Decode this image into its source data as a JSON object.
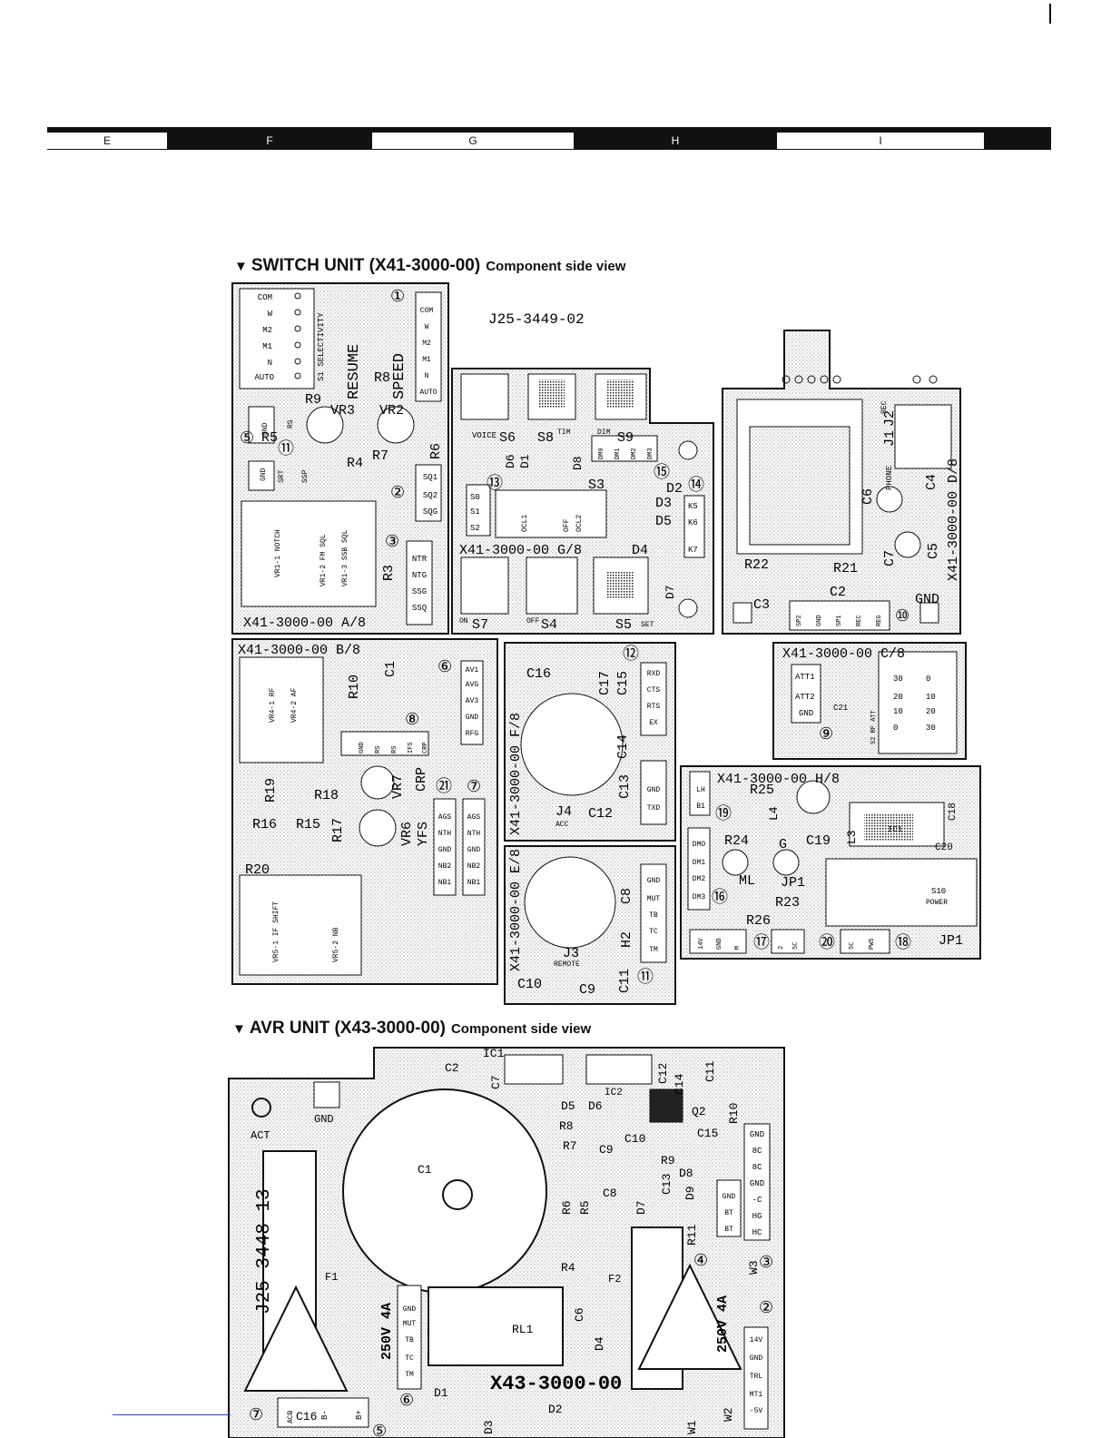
{
  "grid_columns": [
    "E",
    "F",
    "G",
    "H",
    "I"
  ],
  "switch_unit": {
    "title": "SWITCH UNIT (X41-3000-00)",
    "view": "Component side view",
    "board_number": "J25-3449-02",
    "board_a": {
      "label": "X41-3000-00 A/8",
      "s1_positions": [
        "COM",
        "W",
        "M2",
        "M1",
        "N",
        "AUTO"
      ],
      "s1_label": "S1 SELECTIVITY",
      "connector1": [
        "COM",
        "W",
        "M2",
        "M1",
        "N",
        "AUTO"
      ],
      "resume": "RESUME",
      "speed": "SPEED",
      "refs": [
        "R9",
        "VR3",
        "VR2",
        "R8",
        "R5",
        "R4",
        "R7",
        "R6",
        "R3"
      ],
      "conn_rs": [
        "GND",
        "RS"
      ],
      "conn_srt": [
        "GND",
        "SRT",
        "SSP"
      ],
      "conn2": [
        "SQ1",
        "SQ2",
        "SQG"
      ],
      "conn3": [
        "NTR",
        "NTG",
        "SSG",
        "SSQ"
      ],
      "vr1": [
        "VR1-1 NOTCH",
        "VR1-2 FM SQL",
        "VR1-3 SSB SQL"
      ],
      "circles": [
        "①",
        "②",
        "③",
        "⑤",
        "⑪"
      ]
    },
    "board_g": {
      "label": "X41-3000-00 G/8",
      "switches": [
        "VOICE",
        "S6",
        "S8",
        "TIM",
        "S9",
        "DIM",
        "S3",
        "S7",
        "S4",
        "S5",
        "ON",
        "OFF",
        "SET"
      ],
      "diodes": [
        "D1",
        "D2",
        "D3",
        "D4",
        "D5",
        "D6",
        "D7",
        "D8"
      ],
      "conn_dim": [
        "DM0",
        "DM1",
        "DM2",
        "DM3"
      ],
      "conn_s": [
        "S0",
        "S1",
        "S2"
      ],
      "conn_k": [
        "K5",
        "K6",
        "K7"
      ],
      "ocl": [
        "OCL1",
        "OFF",
        "OCL2"
      ],
      "circles": [
        "⑬",
        "⑮",
        "⑭"
      ]
    },
    "board_d": {
      "label": "X41-3000-00 D/8",
      "refs": [
        "J1",
        "PHONE",
        "J2",
        "REC",
        "C6",
        "C4",
        "C7",
        "C5",
        "R22",
        "R21",
        "C2",
        "C3",
        "GND"
      ],
      "conn": [
        "SP2",
        "GND",
        "SP1",
        "REC",
        "REG"
      ],
      "circles": [
        "⑩"
      ]
    },
    "board_b": {
      "label": "X41-3000-00 B/8",
      "refs": [
        "R10",
        "C1",
        "R19",
        "R18",
        "VR7",
        "CRP",
        "R16",
        "R15",
        "R17",
        "VR6",
        "YFS",
        "R20"
      ],
      "vr4": [
        "VR4-1 RF",
        "VR4-2 AF"
      ],
      "vr5": [
        "VR5-1 IF SHIFT",
        "VR5-2 NB"
      ],
      "conn6": [
        "AV1",
        "AVG",
        "AV3",
        "GND",
        "RFG"
      ],
      "conn8": [
        "GND",
        "RS",
        "RS",
        "IFS",
        "CRP"
      ],
      "conn21": [
        "AGS",
        "NTH",
        "GND",
        "NB2",
        "NB1"
      ],
      "conn7": [
        "AGS",
        "NTH",
        "GND",
        "NB2",
        "NB1"
      ],
      "circles": [
        "⑥",
        "⑧",
        "㉑",
        "⑦"
      ]
    },
    "board_f": {
      "label": "X41-3000-00 F/8",
      "refs": [
        "C16",
        "C17",
        "C15",
        "C14",
        "C13",
        "C12",
        "J4",
        "ACC"
      ],
      "conn": [
        "RXD",
        "CTS",
        "RTS",
        "EX",
        "GND",
        "TXD"
      ],
      "circles": [
        "⑫"
      ]
    },
    "board_e": {
      "label": "X41-3000-00 E/8",
      "refs": [
        "C8",
        "H2",
        "J3",
        "REMOTE",
        "C10",
        "C9",
        "C11"
      ],
      "conn": [
        "GND",
        "MUT",
        "TB",
        "TC",
        "TM"
      ],
      "circles": [
        "⑪"
      ]
    },
    "board_c": {
      "label": "X41-3000-00 C/8",
      "refs": [
        "ATT1",
        "ATT2",
        "GND",
        "C21",
        "S2 RF ATT"
      ],
      "att": [
        "30",
        "20",
        "10",
        "0",
        "0",
        "10",
        "20",
        "30"
      ],
      "circles": [
        "⑨"
      ]
    },
    "board_h": {
      "label": "X41-3000-00 H/8",
      "refs": [
        "R25",
        "R24",
        "C19",
        "G",
        "ML",
        "JP1",
        "R23",
        "R26",
        "IC1",
        "C18",
        "C20",
        "S10",
        "POWER",
        "L3",
        "L4"
      ],
      "conn_lh": [
        "LH",
        "B1"
      ],
      "conn_dmo": [
        "DMO",
        "DM1",
        "DM2",
        "DM3"
      ],
      "conn_bottom": [
        "14V",
        "GND",
        "M"
      ],
      "conn_bottom2": [
        "2",
        "5C"
      ],
      "conn_bottom3": [
        "5C",
        "PWS"
      ],
      "circles": [
        "⑲",
        "⑯",
        "⑰",
        "⑳",
        "⑱"
      ]
    }
  },
  "avr_unit": {
    "title": "AVR UNIT (X43-3000-00)",
    "view": "Component side view",
    "board_code": "J25-3448-13",
    "board_label": "X43-3000-00",
    "refs": [
      "C2",
      "IC1",
      "C7",
      "IC2",
      "C12",
      "C14",
      "C11",
      "D5",
      "D6",
      "Q2",
      "R10",
      "R8",
      "C10",
      "C15",
      "R7",
      "C9",
      "R9",
      "D8",
      "C1",
      "C6",
      "R6",
      "R5",
      "C8",
      "C13",
      "D9",
      "D7",
      "R11",
      "R4",
      "F1",
      "F2",
      "RL1",
      "C6",
      "D4",
      "W3",
      "D1",
      "D3",
      "D2",
      "C16",
      "W1",
      "W2",
      "ACT",
      "GND"
    ],
    "fuse": "250V 4A",
    "conn_right": [
      "GND",
      "8C",
      "8C",
      "GND",
      "-C",
      "HG",
      "HC"
    ],
    "conn_bt": [
      "GND",
      "BT",
      "BT"
    ],
    "conn_mid": [
      "GND",
      "MUT",
      "TB",
      "TC",
      "TM"
    ],
    "conn_bottom_left": [
      "ACB",
      "B-",
      "B+"
    ],
    "conn_bottom_right": [
      "14V",
      "GND",
      "TRL",
      "MT1",
      "-5V"
    ],
    "circles": [
      "④",
      "③",
      "②",
      "⑦",
      "⑥",
      "⑤"
    ]
  }
}
